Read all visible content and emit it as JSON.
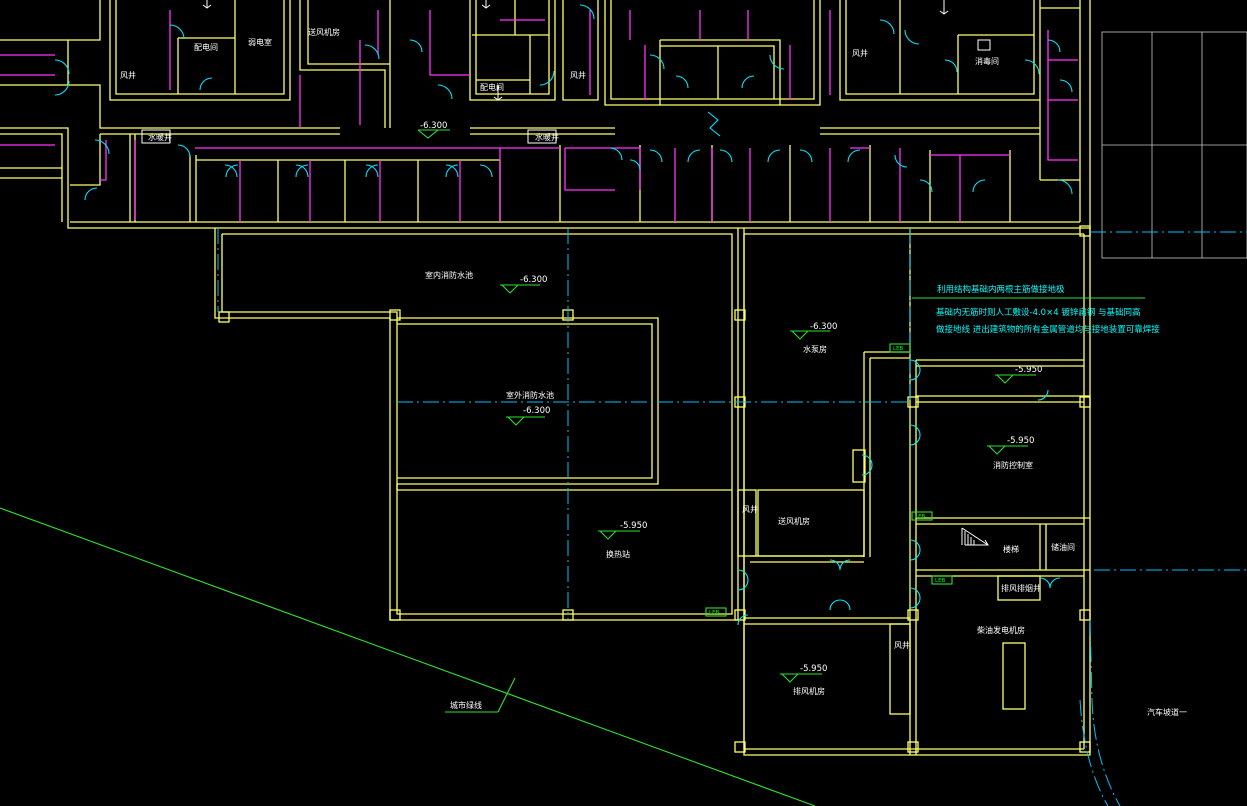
{
  "plan": {
    "elevations": {
      "corridor": "-6.300",
      "indoor_pool": "-6.300",
      "outdoor_pool": "-6.300",
      "pump_room": "-6.300",
      "heat_exchange": "-5.950",
      "fire_control": "-5.950",
      "right_mid": "-5.950",
      "exhaust_room": "-5.950"
    },
    "rooms": {
      "indoor_pool": "室内消防水池",
      "outdoor_pool": "室外消防水池",
      "pump_room": "水泵房",
      "heat_exchange": "换热站",
      "supply_fan": "送风机房",
      "exhaust_fan": "排风机房",
      "fire_control": "消防控制室",
      "stair": "楼梯",
      "oil_room": "储油间",
      "smoke_exhaust": "排风排烟井",
      "generator": "柴油发电机房",
      "shaft_a": "风井",
      "shaft_b": "风井",
      "top_room_1": "配电间",
      "top_room_2": "弱电室",
      "top_room_3": "送风机房",
      "top_room_4": "配电间",
      "top_room_5": "风井",
      "top_room_6": "风井",
      "top_room_7": "风井",
      "top_room_8": "水暖井",
      "top_room_9": "水暖井",
      "top_room_10": "消毒间"
    },
    "notes": {
      "line1": "利用结构基础内两根主筋做接地极",
      "line2": "基础内无筋时则人工敷设-4.0×4 镀锌扁钢 与基础同高",
      "line3": "做接地线 进出建筑物的所有金属管道均与接地装置可靠焊接"
    },
    "labels": {
      "city_red_line": "城市绿线",
      "ramp": "汽车坡道一",
      "leb_1": "LEB",
      "leb_2": "LEB",
      "leb_3": "LEB",
      "leb_4": "LEB"
    }
  }
}
